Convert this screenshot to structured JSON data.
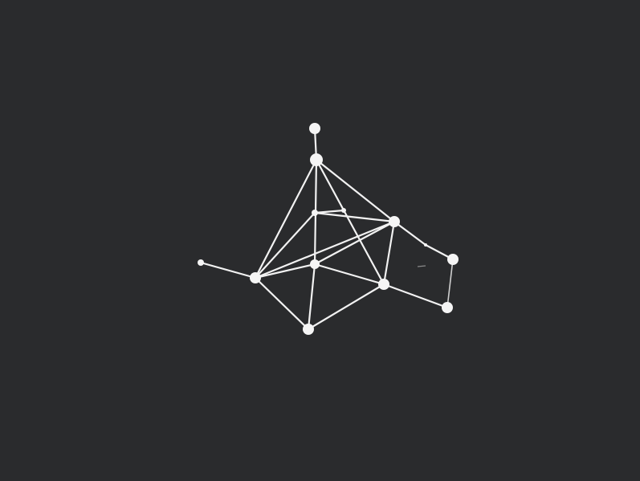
{
  "diagram": {
    "type": "network-graph",
    "colors": {
      "background": "#2a2b2d",
      "node": "#f5f5f5",
      "edge": "#f2f2f2"
    },
    "node_count": 13,
    "edge_count": 21
  }
}
